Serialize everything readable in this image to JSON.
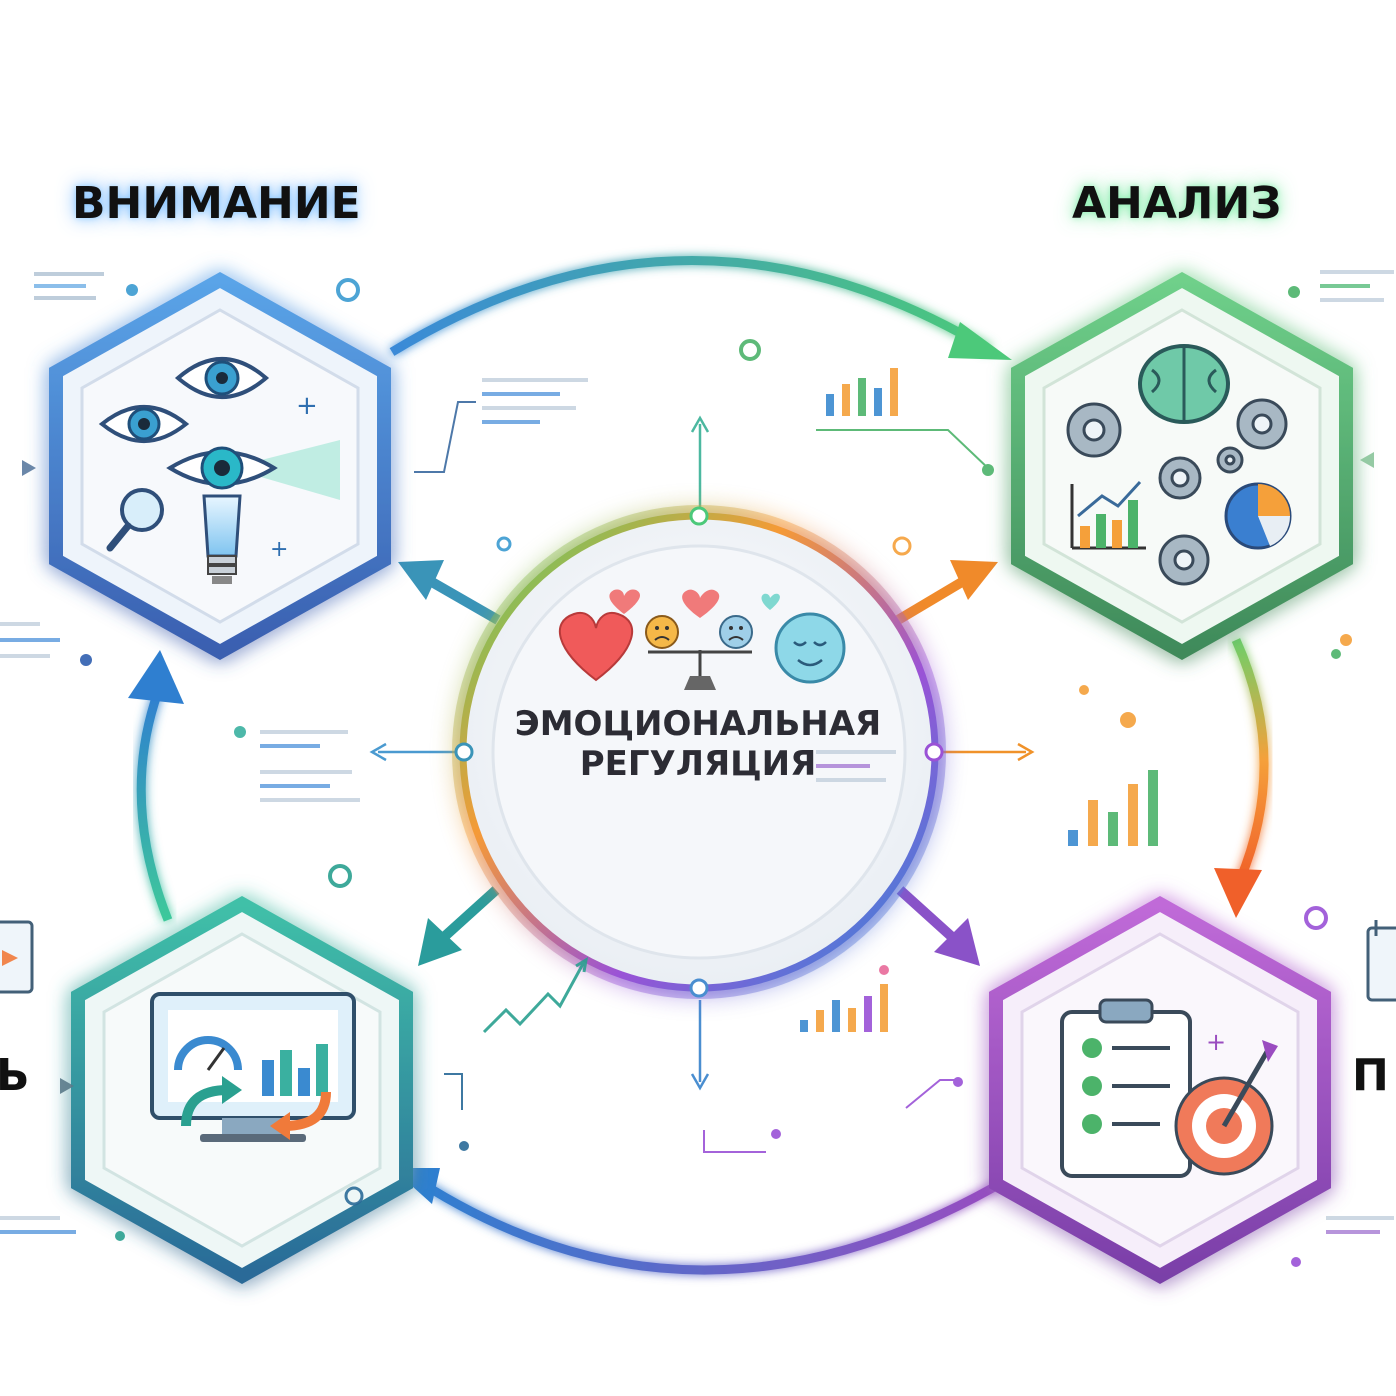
{
  "center": {
    "line1": "ЭМОЦИОНАЛЬНАЯ",
    "line2": "РЕГУЛЯЦИЯ"
  },
  "nodes": {
    "attention": "ВНИМАНИЕ",
    "analysis": "АНАЛИЗ",
    "left_cut": "Ь",
    "right_cut": "П"
  },
  "colors": {
    "attention": "#3b7fd0",
    "analysis": "#4cb36a",
    "planning": "#9a4cc0",
    "control": "#2aa0a0",
    "orange": "#f08a2a"
  }
}
